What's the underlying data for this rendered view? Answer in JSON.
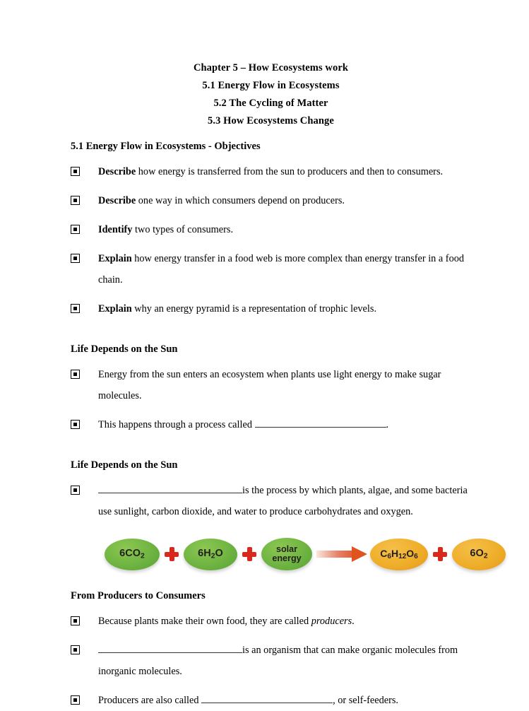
{
  "document": {
    "title_block": [
      "Chapter 5 – How Ecosystems work",
      "5.1 Energy Flow in Ecosystems",
      "5.2 The Cycling of Matter",
      "5.3 How Ecosystems Change"
    ],
    "sections": [
      {
        "heading": "5.1 Energy Flow in Ecosystems - Objectives",
        "items": [
          {
            "lead": "Describe",
            "text": " how energy is transferred from the sun to producers and then to consumers."
          },
          {
            "lead": "Describe",
            "text": " one way in which consumers depend on producers."
          },
          {
            "lead": "Identify",
            "text": " two types of consumers."
          },
          {
            "lead": "Explain",
            "text": " how energy transfer in a food web is more complex than energy transfer in a food chain."
          },
          {
            "lead": "Explain",
            "text": " why an energy pyramid is a representation of trophic levels."
          }
        ]
      },
      {
        "heading": "Life Depends on the Sun",
        "items": [
          {
            "lead": "",
            "text": "Energy from the sun enters an ecosystem when plants use light energy to make sugar molecules."
          },
          {
            "lead": "",
            "text": "This happens through a process called ",
            "blank_after": true,
            "text_after": "."
          }
        ]
      },
      {
        "heading": "Life Depends on the Sun",
        "items": [
          {
            "lead": "",
            "blank_before": true,
            "text": "is the process by which plants, algae, and some bacteria use sunlight, carbon dioxide, and water to produce carbohydrates and oxygen."
          }
        ]
      },
      {
        "heading": "From Producers to Consumers",
        "items": [
          {
            "lead": "",
            "text": "Because plants make their own food, they are called ",
            "italic": "producers",
            "text_after": "."
          },
          {
            "lead": "",
            "blank_before": true,
            "text": "is an organism that can make organic molecules from inorganic molecules."
          },
          {
            "lead": "",
            "text": "Producers are also called ",
            "blank_after": true,
            "text_after": ", or self-feeders."
          }
        ]
      }
    ]
  },
  "equation": {
    "reactant_1": "6CO",
    "reactant_1_sub": "2",
    "plus_1": "+",
    "reactant_2": "6H",
    "reactant_2_sub": "2",
    "reactant_2_tail": "O",
    "plus_2": "+",
    "reactant_3_line1": "solar",
    "reactant_3_line2": "energy",
    "arrow": "yields-arrow",
    "product_1": "C",
    "product_1_sub1": "6",
    "product_1_mid": "H",
    "product_1_sub2": "12",
    "product_1_end": "O",
    "product_1_sub3": "6",
    "plus_3": "+",
    "product_2": "6O",
    "product_2_sub": "2",
    "colors": {
      "reactant_fill": "#6fb442",
      "product_fill": "#efae29",
      "plus": "#d9291c",
      "arrow": "#e0521f",
      "label_text": "#231f20"
    }
  }
}
